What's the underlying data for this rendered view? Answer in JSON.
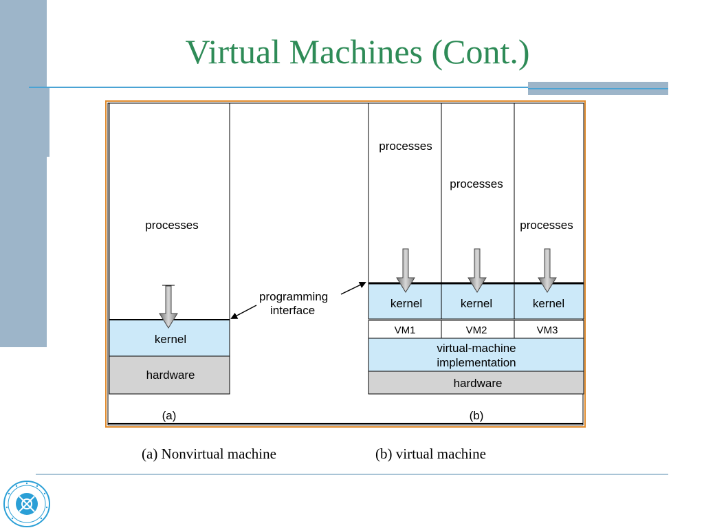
{
  "slide": {
    "title": "Virtual Machines (Cont.)",
    "caption_a": "(a) Nonvirtual machine",
    "caption_b": "(b) virtual machine"
  },
  "diagram": {
    "a": {
      "processes": "processes",
      "kernel": "kernel",
      "hardware": "hardware",
      "label": "(a)"
    },
    "programming_interface": [
      "programming",
      "interface"
    ],
    "b": {
      "processes": [
        "processes",
        "processes",
        "processes"
      ],
      "kernels": [
        "kernel",
        "kernel",
        "kernel"
      ],
      "vms": [
        "VM1",
        "VM2",
        "VM3"
      ],
      "vm_impl": [
        "virtual-machine",
        "implementation"
      ],
      "hardware": "hardware",
      "label": "(b)"
    }
  },
  "colors": {
    "title": "#2e8b57",
    "kernel_fill": "#cce9f9",
    "hardware_fill": "#d3d3d3",
    "frame": "#e08a2b",
    "side_bar": "#9db5c9",
    "rule": "#4aa3d4"
  },
  "logo": {
    "icon": "university-seal-icon"
  }
}
